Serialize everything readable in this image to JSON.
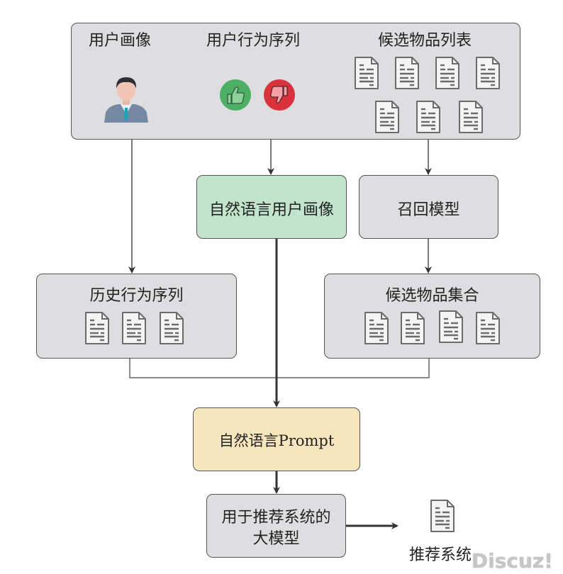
{
  "input_box": {
    "user_profile_label": "用户画像",
    "behavior_sequence_label": "用户行为序列",
    "candidate_list_label": "候选物品列表",
    "user_icon": "user-avatar-icon",
    "like_icon": "thumbs-up-icon",
    "dislike_icon": "thumbs-down-icon",
    "candidate_doc_count": 7
  },
  "nl_user_profile": {
    "label": "自然语言用户画像",
    "color": "#c2e3cc"
  },
  "recall_model": {
    "label": "召回模型"
  },
  "history_sequence": {
    "label": "历史行为序列",
    "doc_count": 3
  },
  "candidate_set": {
    "label": "候选物品集合",
    "doc_count": 4
  },
  "prompt_box": {
    "label": "自然语言Prompt",
    "color": "#f7e6bd"
  },
  "llm_box": {
    "line1": "用于推荐系统的",
    "line2": "大模型"
  },
  "output": {
    "label": "推荐系统",
    "icon": "document-icon"
  },
  "watermark": "Discuz!"
}
